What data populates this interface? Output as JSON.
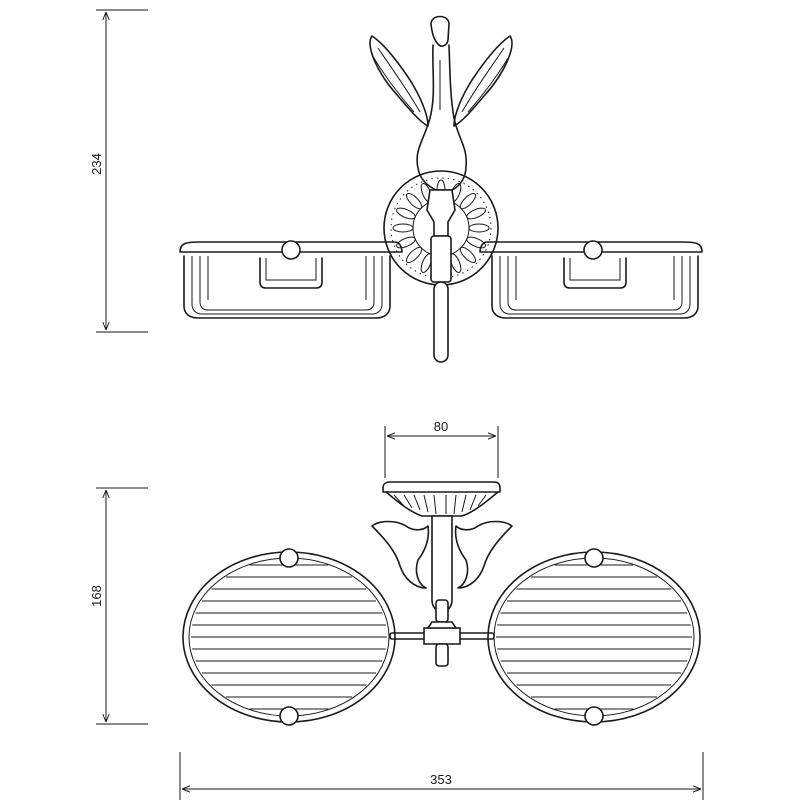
{
  "dimensions": {
    "height_top": "234",
    "height_bottom": "168",
    "width_plate": "80",
    "width_total": "353"
  },
  "colors": {
    "line": "#1a1a1a",
    "background": "#ffffff"
  }
}
